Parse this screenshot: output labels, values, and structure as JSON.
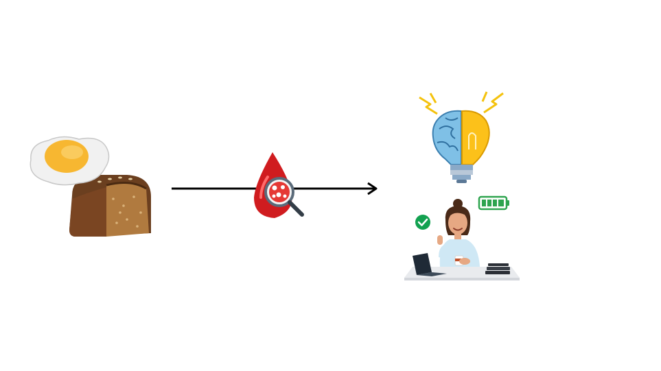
{
  "scene": {
    "background": "#ffffff",
    "flow": [
      {
        "id": "input",
        "items": [
          "fried-egg-icon",
          "whole-grain-bread-icon"
        ]
      },
      {
        "id": "process",
        "items": [
          "blood-drop-icon",
          "magnifier-icon"
        ]
      },
      {
        "id": "output",
        "items": [
          "brain-lightbulb-icon",
          "happy-woman-at-desk-illustration",
          "check-icon",
          "full-battery-icon"
        ]
      }
    ],
    "arrow_color": "#000000",
    "colors": {
      "egg_white": "#f1f1f1",
      "egg_yolk": "#f7b731",
      "bread_crust": "#6b3f1f",
      "bread_crumb": "#b07a3f",
      "blood": "#d01c1f",
      "brain": "#7fc0e6",
      "bulb": "#fcc11a",
      "spark": "#f4c20d",
      "check": "#12a150",
      "battery": "#2ea44f",
      "shirt": "#cfe8f5",
      "hair": "#4a2a18",
      "skin": "#e6a883"
    },
    "battery_level": 1.0
  }
}
